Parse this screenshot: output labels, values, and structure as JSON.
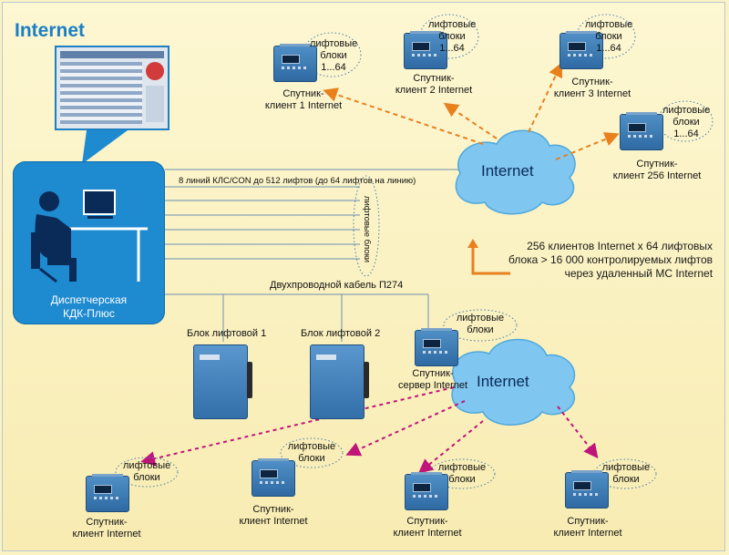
{
  "header": {
    "title": "Internet"
  },
  "dispatcher": {
    "label_line1": "Диспетчерская",
    "label_line2": "КДК-Плюс"
  },
  "cables": {
    "top_label": "8 линий КЛС/CON до 512 лифтов (до 64 лифтов на линию)",
    "vertical_label": "лифтовые блоки",
    "bottom_label": "Двухпроводной кабель П274"
  },
  "clouds": {
    "top": "Internet",
    "bottom": "Internet"
  },
  "top_clients": [
    {
      "name": "Спутник-клиент 1 Internet",
      "line1": "Спутник-",
      "line2": "клиент 1 Internet",
      "bubble1": "лифтовые",
      "bubble2": "блоки",
      "bubble3": "1...64"
    },
    {
      "name": "Спутник-клиент 2 Internet",
      "line1": "Спутник-",
      "line2": "клиент 2 Internet",
      "bubble1": "лифтовые",
      "bubble2": "блоки",
      "bubble3": "1...64"
    },
    {
      "name": "Спутник-клиент 3 Internet",
      "line1": "Спутник-",
      "line2": "клиент 3 Internet",
      "bubble1": "лифтовые",
      "bubble2": "блоки",
      "bubble3": "1...64"
    },
    {
      "name": "Спутник-клиент 256 Internet",
      "line1": "Спутник-",
      "line2": "клиент 256 Internet",
      "bubble1": "лифтовые",
      "bubble2": "блоки",
      "bubble3": "1...64"
    }
  ],
  "note": {
    "line1": "256 клиентов Internet x 64 лифтовых",
    "line2": "блока > 16 000 контролируемых лифтов",
    "line3": "через удаленный МС Internet"
  },
  "blocks": [
    {
      "label": "Блок лифтовой 1"
    },
    {
      "label": "Блок лифтовой 2"
    }
  ],
  "server": {
    "line1": "Спутник-",
    "line2": "сервер Internet",
    "bubble1": "лифтовые",
    "bubble2": "блоки"
  },
  "bottom_clients": [
    {
      "line1": "Спутник-",
      "line2": "клиент Internet",
      "bubble1": "лифтовые",
      "bubble2": "блоки"
    },
    {
      "line1": "Спутник-",
      "line2": "клиент Internet",
      "bubble1": "лифтовые",
      "bubble2": "блоки"
    },
    {
      "line1": "Спутник-",
      "line2": "клиент Internet",
      "bubble1": "лифтовые",
      "bubble2": "блоки"
    },
    {
      "line1": "Спутник-",
      "line2": "клиент Internet",
      "bubble1": "лифтовые",
      "bubble2": "блоки"
    }
  ],
  "colors": {
    "background": "#fbf3c2",
    "accent_blue": "#1e8ad0",
    "orange_arrow": "#e8801e",
    "magenta_arrow": "#c0147a",
    "cloud": "#7fc6f0"
  }
}
